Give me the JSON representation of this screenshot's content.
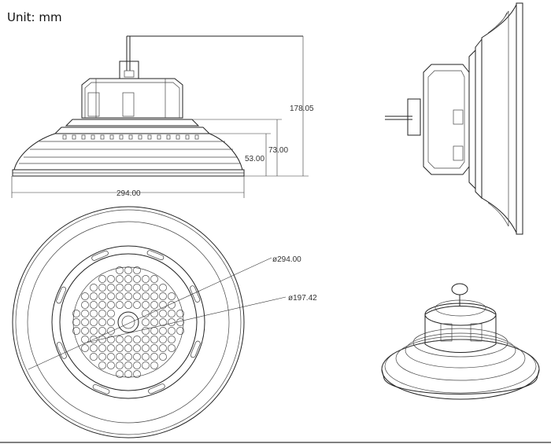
{
  "header": {
    "unit_label": "Unit: mm"
  },
  "dimensions": {
    "overall_height": "178.05",
    "body_height": "73.00",
    "shade_height": "53.00",
    "overall_width": "294.00",
    "outer_diameter": "ø294.00",
    "led_diameter": "ø197.42"
  },
  "colors": {
    "line": "#222222",
    "background": "#ffffff"
  }
}
